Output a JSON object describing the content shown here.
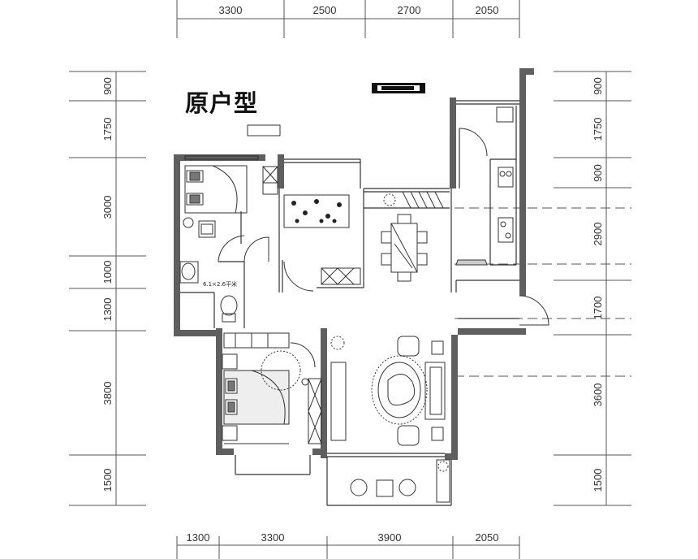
{
  "title": "原户型",
  "top_dimensions": [
    "3300",
    "2500",
    "2700",
    "2050"
  ],
  "bottom_dimensions": [
    "1300",
    "3300",
    "3900",
    "2050"
  ],
  "left_dimensions": [
    "900",
    "1750",
    "3000",
    "1000",
    "1300",
    "3800",
    "1500"
  ],
  "right_dimensions": [
    "900",
    "1750",
    "900",
    "2900",
    "1700",
    "3600",
    "1500"
  ],
  "bathroom_note": "6.1×2.6平米",
  "colors": {
    "wall": "#5f5f5f",
    "line": "#333333",
    "furniture": "#444444",
    "dim": "#555555"
  }
}
